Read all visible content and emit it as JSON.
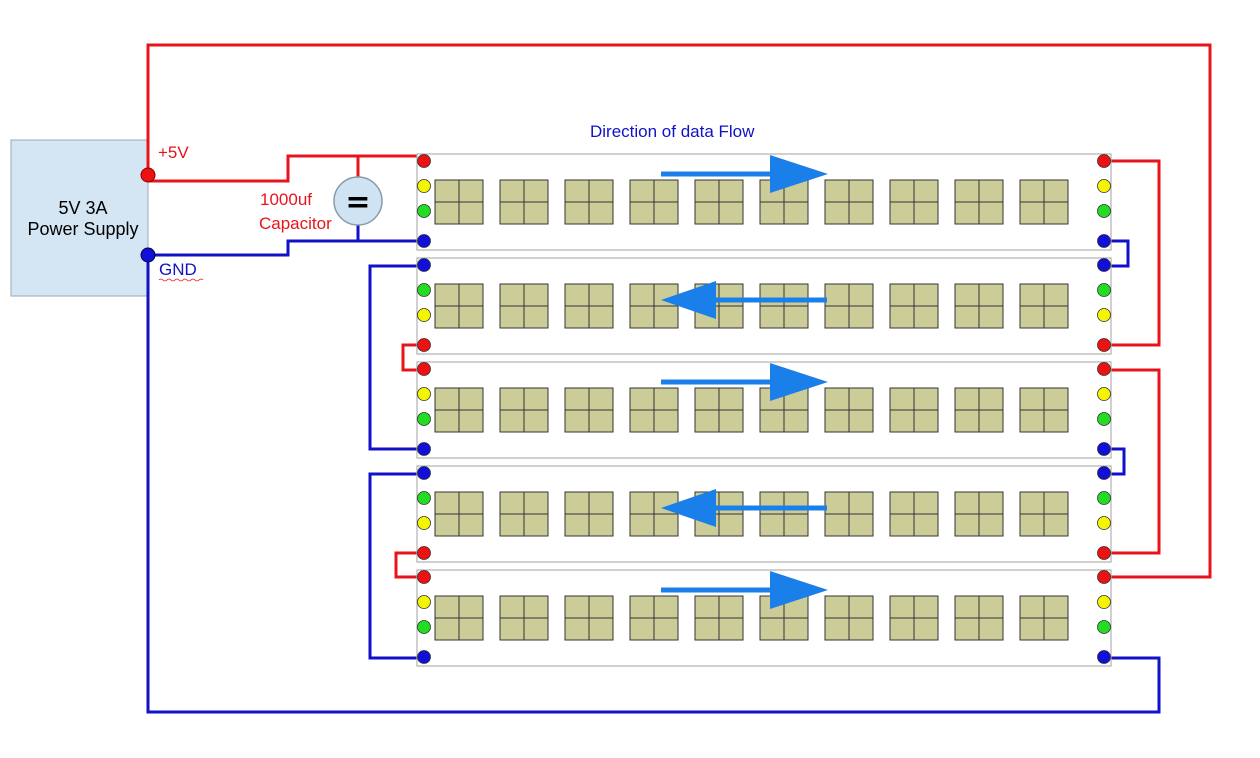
{
  "colors": {
    "wire_pos": "#e8141b",
    "wire_gnd": "#1111c8",
    "label_red": "#e8141b",
    "label_blue": "#1111c8",
    "arrow": "#1a7fe8",
    "psu_fill": "#d4e6f4",
    "psu_stroke": "#9aa8b4",
    "cap_fill": "#cfe3f3",
    "strip_fill": "#ffffff",
    "strip_stroke": "#b0b0b0",
    "led_fill": "#cccc99",
    "led_stroke": "#333333",
    "dot_red": "#ee1111",
    "dot_yellow": "#f5f500",
    "dot_green": "#22dd22",
    "dot_blue": "#1010d8"
  },
  "power_supply": {
    "line1": "5V 3A",
    "line2": "Power Supply"
  },
  "labels": {
    "plus5v": "+5V",
    "gnd": "GND",
    "capacitor_value": "1000uf",
    "capacitor_name": "Capacitor",
    "capacitor_symbol": "=",
    "data_flow_title": "Direction of data Flow"
  },
  "strips": [
    {
      "index": 1,
      "left_pins": [
        "red",
        "yellow",
        "green",
        "blue"
      ],
      "right_pins": [
        "red",
        "yellow",
        "green",
        "blue"
      ],
      "data_direction": "right",
      "led_count": 10
    },
    {
      "index": 2,
      "left_pins": [
        "blue",
        "green",
        "yellow",
        "red"
      ],
      "right_pins": [
        "blue",
        "green",
        "yellow",
        "red"
      ],
      "data_direction": "left",
      "led_count": 10
    },
    {
      "index": 3,
      "left_pins": [
        "red",
        "yellow",
        "green",
        "blue"
      ],
      "right_pins": [
        "red",
        "yellow",
        "green",
        "blue"
      ],
      "data_direction": "right",
      "led_count": 10
    },
    {
      "index": 4,
      "left_pins": [
        "blue",
        "green",
        "yellow",
        "red"
      ],
      "right_pins": [
        "blue",
        "green",
        "yellow",
        "red"
      ],
      "data_direction": "left",
      "led_count": 10
    },
    {
      "index": 5,
      "left_pins": [
        "red",
        "yellow",
        "green",
        "blue"
      ],
      "right_pins": [
        "red",
        "yellow",
        "green",
        "blue"
      ],
      "data_direction": "right",
      "led_count": 10
    }
  ]
}
